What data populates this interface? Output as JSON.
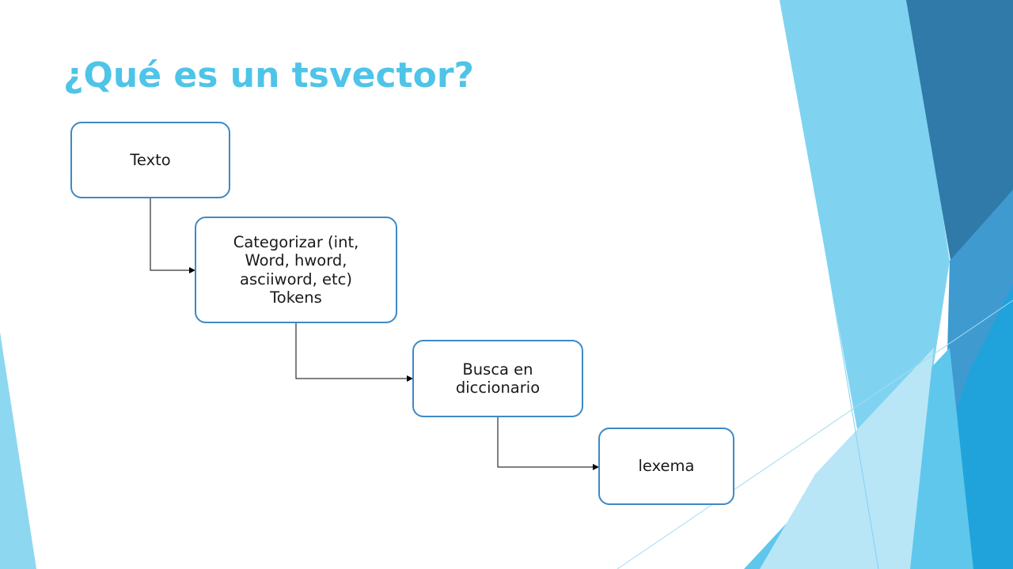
{
  "slide": {
    "title": "¿Qué es un tsvector?"
  },
  "diagram": {
    "nodes": [
      {
        "id": "texto",
        "label": "Texto"
      },
      {
        "id": "categorizar",
        "label": "Categorizar (int,\nWord, hword,\nasciiword, etc)\nTokens"
      },
      {
        "id": "busca",
        "label": "Busca en\ndiccionario"
      },
      {
        "id": "lexema",
        "label": "lexema"
      }
    ],
    "edges": [
      {
        "from": "texto",
        "to": "categorizar"
      },
      {
        "from": "categorizar",
        "to": "busca"
      },
      {
        "from": "busca",
        "to": "lexema"
      }
    ]
  },
  "theme": {
    "title_color": "#4ec4e8",
    "box_border": "#3d89c6",
    "decor_colors": [
      "#7fd3f0",
      "#2f7aa8",
      "#1fa3da",
      "#c9ecf9"
    ]
  }
}
